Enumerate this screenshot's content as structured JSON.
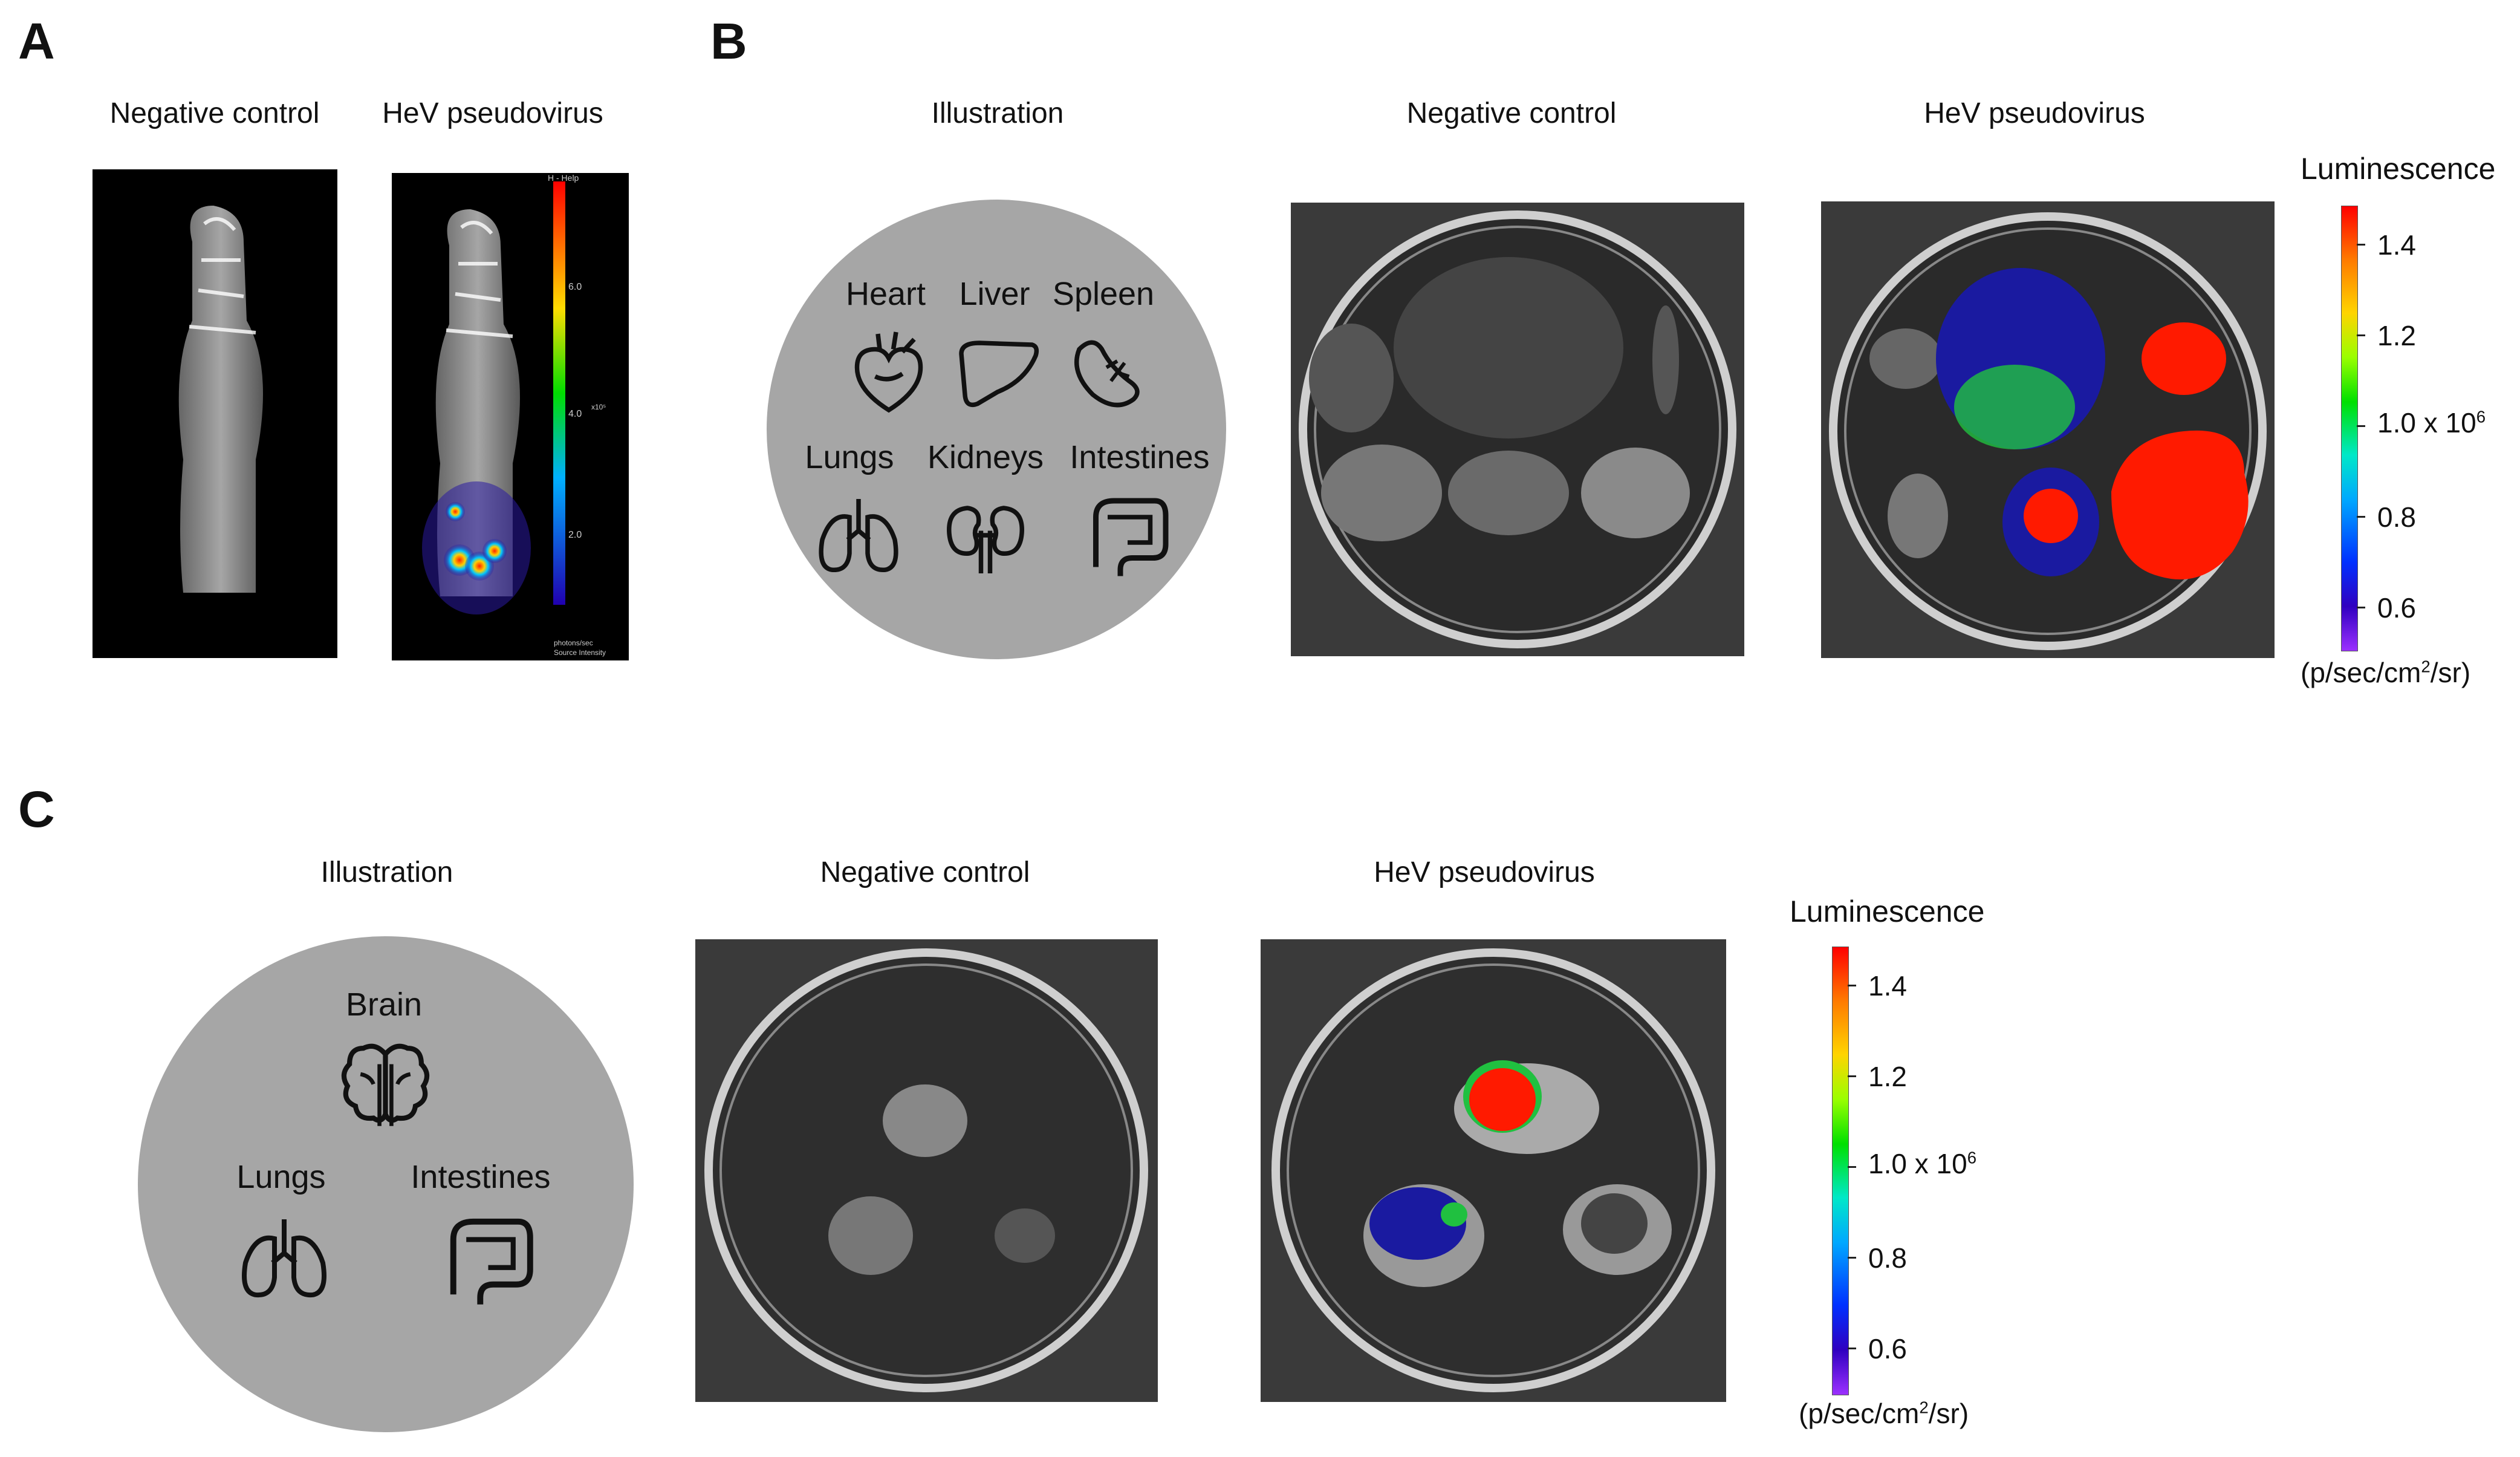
{
  "panels": {
    "a": {
      "letter": "A",
      "captions": [
        "Negative control",
        "HeV pseudovirus"
      ],
      "colorbar_ticks": [
        "6.0",
        "4.0",
        "2.0"
      ],
      "colorbar_exponent": "x10⁵",
      "colorbar_header": "H - Help",
      "colorbar_footer_1": "photons/sec",
      "colorbar_footer_2": "Source Intensity"
    },
    "b": {
      "letter": "B",
      "captions": [
        "Illustration",
        "Negative control",
        "HeV pseudovirus"
      ],
      "organs": [
        "Heart",
        "Liver",
        "Spleen",
        "Lungs",
        "Kidneys",
        "Intestines"
      ]
    },
    "c": {
      "letter": "C",
      "captions": [
        "Illustration",
        "Negative control",
        "HeV pseudovirus"
      ],
      "organs": [
        "Brain",
        "Lungs",
        "Intestines"
      ]
    }
  },
  "colorbar": {
    "title": "Luminescence",
    "ticks": [
      "1.4",
      "1.2",
      "1.0 x 10",
      "0.8",
      "0.6"
    ],
    "exponent": "6",
    "unit_prefix": "(p/sec/cm",
    "unit_power": "2",
    "unit_suffix": "/sr)"
  }
}
